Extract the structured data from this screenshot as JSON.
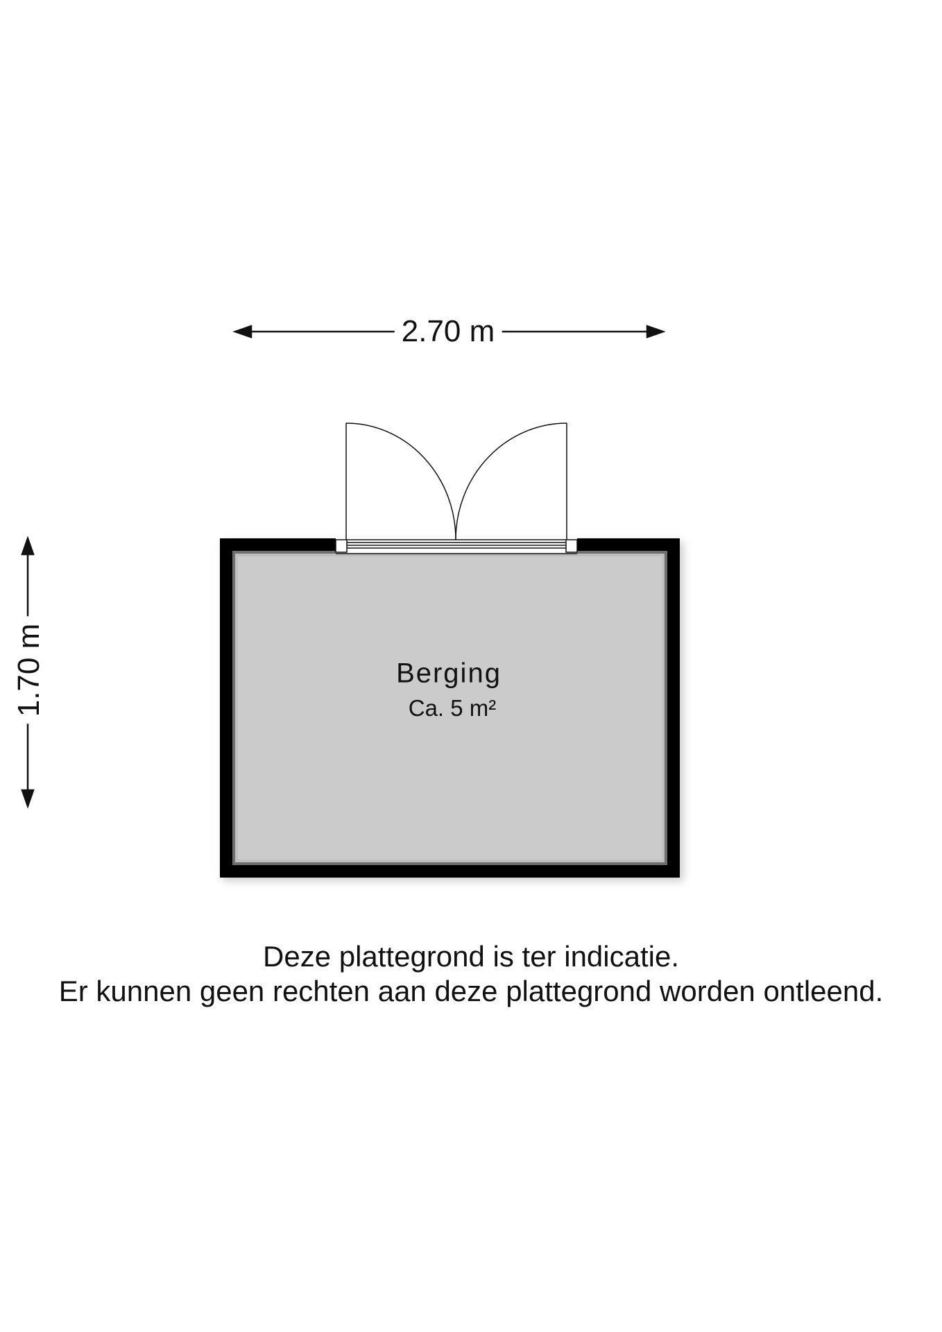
{
  "dimensions": {
    "width_label": "2.70 m",
    "height_label": "1.70 m"
  },
  "room": {
    "name": "Berging",
    "area": "Ca. 5 m²"
  },
  "disclaimer": {
    "line1": "Deze plattegrond is ter indicatie.",
    "line2": "Er kunnen geen rechten aan deze plattegrond worden ontleend."
  },
  "colors": {
    "wall": "#000000",
    "floor": "#cccccc"
  }
}
